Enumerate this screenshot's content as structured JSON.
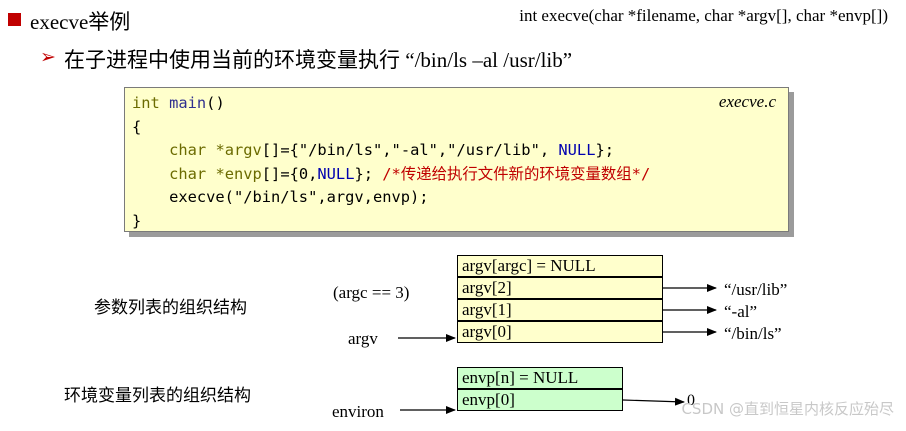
{
  "header": {
    "title": "execve举例",
    "signature": "int execve(char *filename, char *argv[], char *envp[])",
    "subtitle": "在子进程中使用当前的环境变量执行 “/bin/ls –al /usr/lib”"
  },
  "code": {
    "filename": "execve.c",
    "lines": [
      "int main()",
      "{",
      "    char *argv[]={\"/bin/ls\",\"-al\",\"/usr/lib\", NULL};",
      "    char *envp[]={0,NULL}; /*传递给执行文件新的环境变量数组*/",
      "    execve(\"/bin/ls\",argv,envp);",
      "}"
    ]
  },
  "argv_diagram": {
    "caption": "参数列表的组织结构",
    "argc_note": "(argc == 3)",
    "pointer_label": "argv",
    "cells": [
      "argv[argc] = NULL",
      "argv[2]",
      "argv[1]",
      "argv[0]"
    ],
    "targets": [
      "“/usr/lib”",
      "“-al”",
      "“/bin/ls”"
    ]
  },
  "env_diagram": {
    "caption": "环境变量列表的组织结构",
    "pointer_label": "environ",
    "cells": [
      "envp[n] = NULL",
      "envp[0]"
    ],
    "target": "0"
  },
  "watermark": "CSDN @直到恒星内核反应殆尽"
}
